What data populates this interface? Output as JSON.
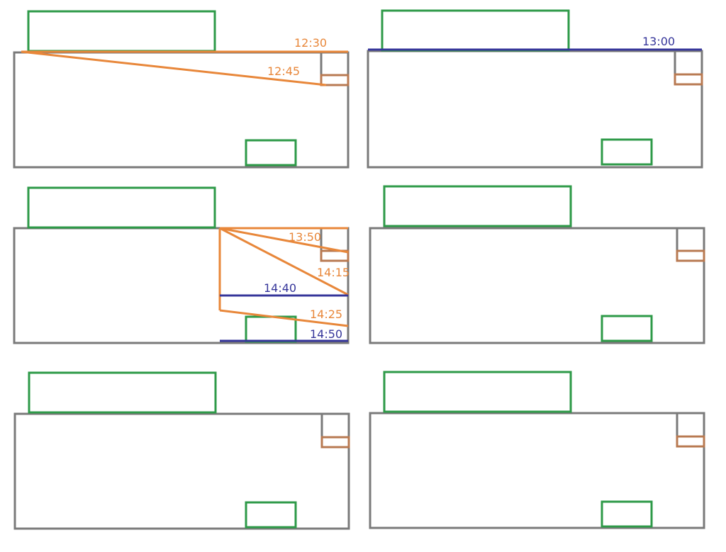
{
  "colors": {
    "frame": "#7a7a7a",
    "green": "#2e9a48",
    "orange": "#e8873a",
    "blue": "#35359a",
    "brown": "#b87a52"
  },
  "panels": [
    {
      "lines": [
        {
          "label": "12:30",
          "color": "orange"
        },
        {
          "label": "12:45",
          "color": "orange"
        }
      ]
    },
    {
      "lines": [
        {
          "label": "13:00",
          "color": "blue"
        }
      ]
    },
    {
      "lines": [
        {
          "label": "13:50",
          "color": "orange"
        },
        {
          "label": "14:15",
          "color": "orange"
        },
        {
          "label": "14:40",
          "color": "blue"
        },
        {
          "label": "14:25",
          "color": "orange"
        },
        {
          "label": "14:50",
          "color": "blue"
        }
      ]
    },
    {
      "lines": []
    },
    {
      "lines": []
    },
    {
      "lines": []
    }
  ]
}
